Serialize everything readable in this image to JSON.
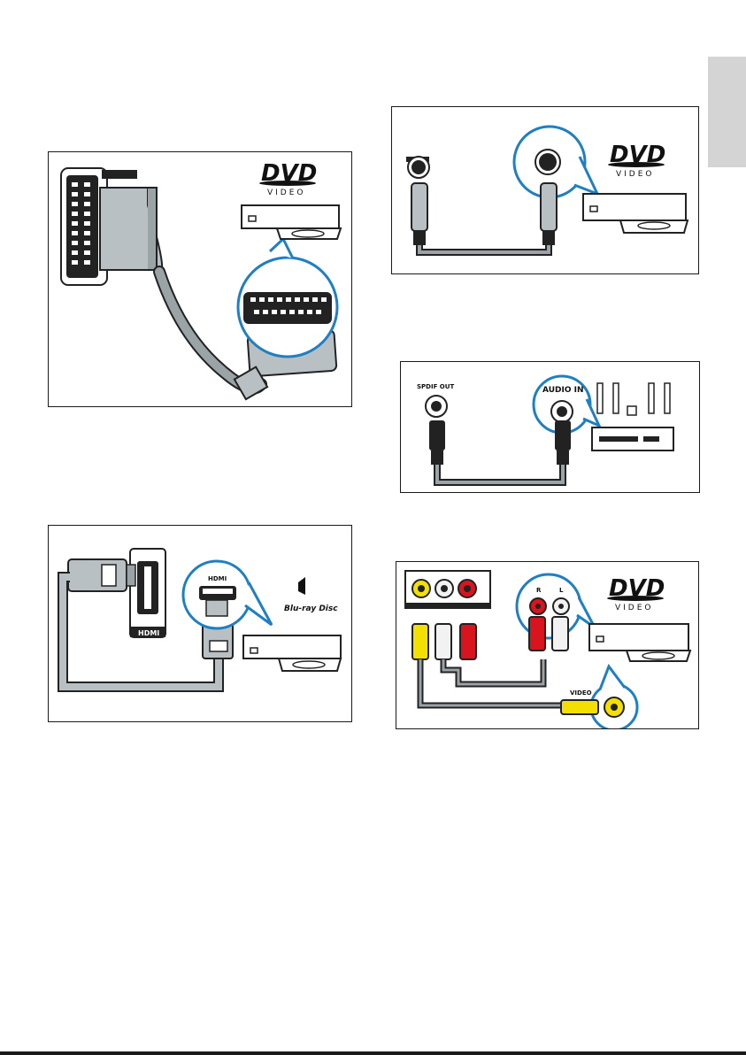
{
  "labels": {
    "dvd_logo": "DVD",
    "dvd_sub": "VIDEO",
    "hdmi_port": "HDMI",
    "hdmi_zoom": "HDMI",
    "bluray_logo": "Blu-ray Disc",
    "spdif_out": "SPDIF OUT",
    "audio_in": "AUDIO IN",
    "rca_r": "R",
    "rca_l": "L",
    "video": "VIDEO"
  },
  "colors": {
    "accent_ring": "#1e7fc2",
    "cable": "#9aa3a6",
    "plug": "#b9c0c3",
    "rca_yellow": "#f4e000",
    "rca_red": "#d8141e",
    "rca_white": "#f2f2f2",
    "tab_gray": "#d4d4d4"
  }
}
